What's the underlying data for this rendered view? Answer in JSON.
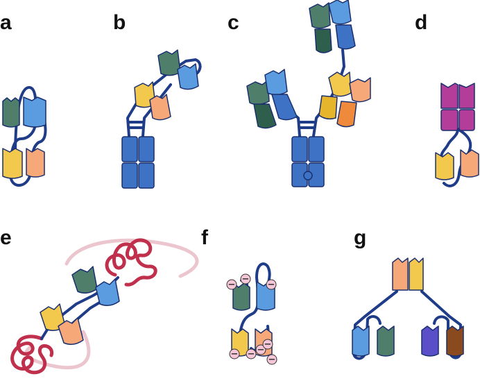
{
  "panels": {
    "a": {
      "label": "a"
    },
    "b": {
      "label": "b"
    },
    "c": {
      "label": "c"
    },
    "d": {
      "label": "d"
    },
    "e": {
      "label": "e"
    },
    "f": {
      "label": "f"
    },
    "g": {
      "label": "g"
    }
  },
  "charge_symbol": "−",
  "colors": {
    "linker": "#1f3c88",
    "outline": "#1a2f6e",
    "vh": "#4f7f6b",
    "vl": "#5b9be0",
    "ch1": "#f2c94c",
    "cl": "#f6a878",
    "fc": "#3d72c4",
    "scfv_dark": "#2e5e4c",
    "magenta": "#b53d9a",
    "purple": "#5a4fc8",
    "brown": "#8a4a1e",
    "orange": "#ef8a3c",
    "xten": "#c0304c",
    "xten_faint": "#ecc6cf",
    "charge": "#f5c6d8"
  }
}
